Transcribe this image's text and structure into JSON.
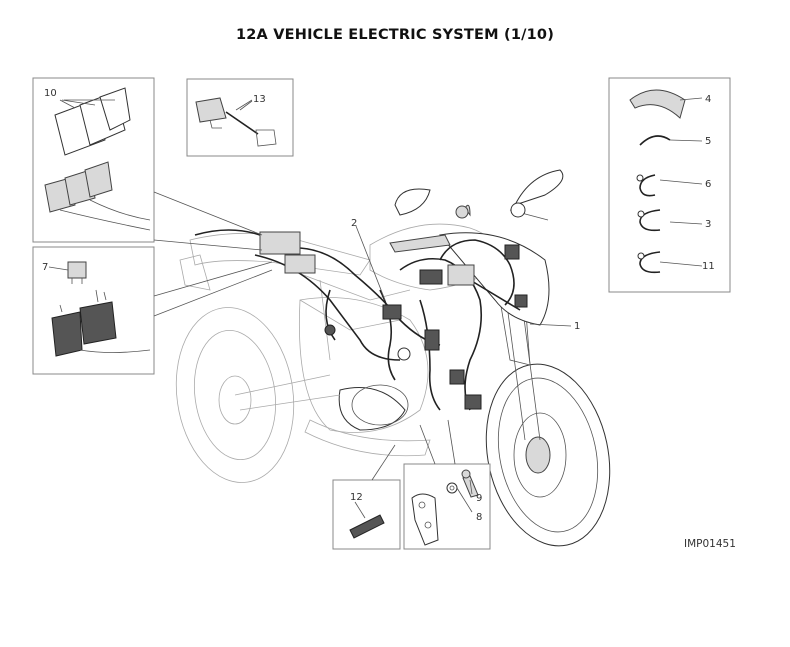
{
  "title": "12A VEHICLE ELECTRIC SYSTEM (1/10)",
  "image_code": "IMP01451",
  "part_labels": {
    "p1": "1",
    "p2": "2",
    "p3": "3",
    "p4": "4",
    "p5": "5",
    "p6": "6",
    "p7": "7",
    "p8": "8",
    "p9": "9",
    "p10": "10",
    "p11": "11",
    "p12": "12",
    "p13": "13"
  }
}
